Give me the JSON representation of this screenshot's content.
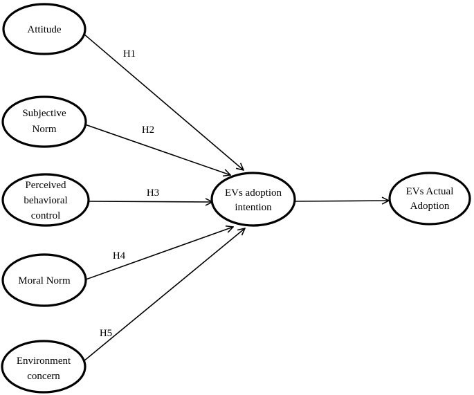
{
  "diagram": {
    "nodes": {
      "attitude": {
        "lines": [
          "Attitude"
        ]
      },
      "subjective_norm": {
        "lines": [
          "Subjective",
          "Norm"
        ]
      },
      "pbc": {
        "lines": [
          "Perceived",
          "behavioral",
          "control"
        ]
      },
      "moral_norm": {
        "lines": [
          "Moral Norm"
        ]
      },
      "env_concern": {
        "lines": [
          "Environment",
          "concern"
        ]
      },
      "intention": {
        "lines": [
          "EVs adoption",
          "intention"
        ]
      },
      "adoption": {
        "lines": [
          "EVs Actual",
          "Adoption"
        ]
      }
    },
    "edges": [
      {
        "from": "attitude",
        "to": "intention",
        "label": "H1"
      },
      {
        "from": "subjective_norm",
        "to": "intention",
        "label": "H2"
      },
      {
        "from": "pbc",
        "to": "intention",
        "label": "H3"
      },
      {
        "from": "moral_norm",
        "to": "intention",
        "label": "H4"
      },
      {
        "from": "env_concern",
        "to": "intention",
        "label": "H5"
      },
      {
        "from": "intention",
        "to": "adoption",
        "label": ""
      }
    ]
  }
}
